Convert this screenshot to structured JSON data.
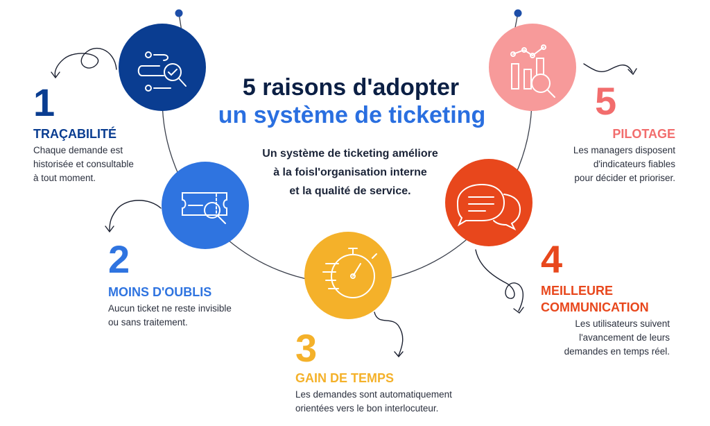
{
  "header": {
    "title_line1": "5 raisons d'adopter",
    "title_line2": "un système de ticketing",
    "subtitle_line1": "Un système de ticketing améliore",
    "subtitle_line2": "à la foisl'organisation interne",
    "subtitle_line3": "et la qualité de service."
  },
  "reasons": [
    {
      "number": "1",
      "title": "TRAÇABILITÉ",
      "lines": [
        "Chaque demande est",
        "historisée et consultable",
        "à tout moment."
      ],
      "color": "#0a3d91",
      "icon": "search-list-icon"
    },
    {
      "number": "2",
      "title": "MOINS D'OUBLIS",
      "lines": [
        "Aucun ticket ne reste invisible",
        "ou sans traitement."
      ],
      "color": "#2f74e0",
      "icon": "ticket-search-icon"
    },
    {
      "number": "3",
      "title": "GAIN DE TEMPS",
      "lines": [
        "Les demandes sont automatiquement",
        "orientées vers le bon interlocuteur."
      ],
      "color": "#f4b12a",
      "icon": "stopwatch-icon"
    },
    {
      "number": "4",
      "title_line1": "MEILLEURE",
      "title_line2": "COMMUNICATION",
      "lines": [
        "Les utilisateurs suivent",
        "l'avancement de leurs",
        "demandes en temps réel."
      ],
      "color": "#e8471c",
      "icon": "chat-bubbles-icon"
    },
    {
      "number": "5",
      "title": "PILOTAGE",
      "lines": [
        "Les managers disposent",
        "d'indicateurs fiables",
        "pour décider et prioriser."
      ],
      "color": "#f26d6d",
      "icon": "chart-analytics-icon"
    }
  ],
  "colors": {
    "navy": "#0a3d91",
    "blue": "#2f74e0",
    "yellow": "#f4b12a",
    "orange": "#e8471c",
    "pink": "#f26d6d",
    "dark": "#0b1f44",
    "arc": "#3a3f4b"
  }
}
